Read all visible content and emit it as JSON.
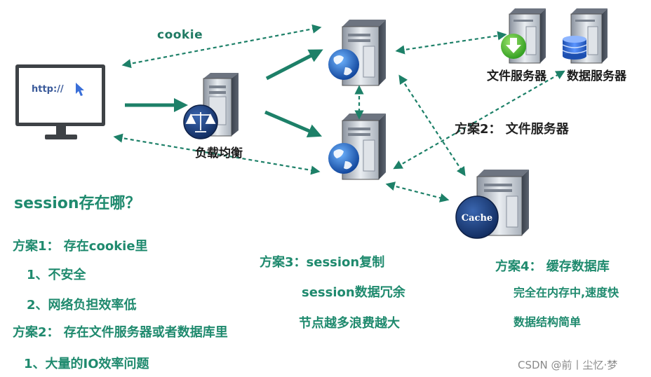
{
  "diagram": {
    "cookie_label": "cookie",
    "browser_url": "http://",
    "load_balancer_label": "负载均衡",
    "file_server_label": "文件服务器",
    "db_server_label": "数据服务器",
    "cache_label": "Cache",
    "scheme2_short": "方案2： 文件服务器"
  },
  "text": {
    "title": "session存在哪？",
    "scheme1": "方案1： 存在cookie里",
    "scheme1_item1": "1、不安全",
    "scheme1_item2": "2、网络负担效率低",
    "scheme2": "方案2： 存在文件服务器或者数据库里",
    "scheme2_item1": "1、大量的IO效率问题",
    "scheme3": "方案3：session复制",
    "scheme3_item1": "session数据冗余",
    "scheme3_item2": "节点越多浪费越大",
    "scheme4": "方案4： 缓存数据库",
    "scheme4_item1": "完全在内存中,速度快",
    "scheme4_item2": "数据结构简单"
  },
  "watermark": "CSDN @前丨尘忆·梦",
  "colors": {
    "arrow_green": "#1d8068",
    "text_green": "#1f8a6e",
    "server_body": "#5a6270",
    "globe_blue": "#1f5fb8"
  }
}
